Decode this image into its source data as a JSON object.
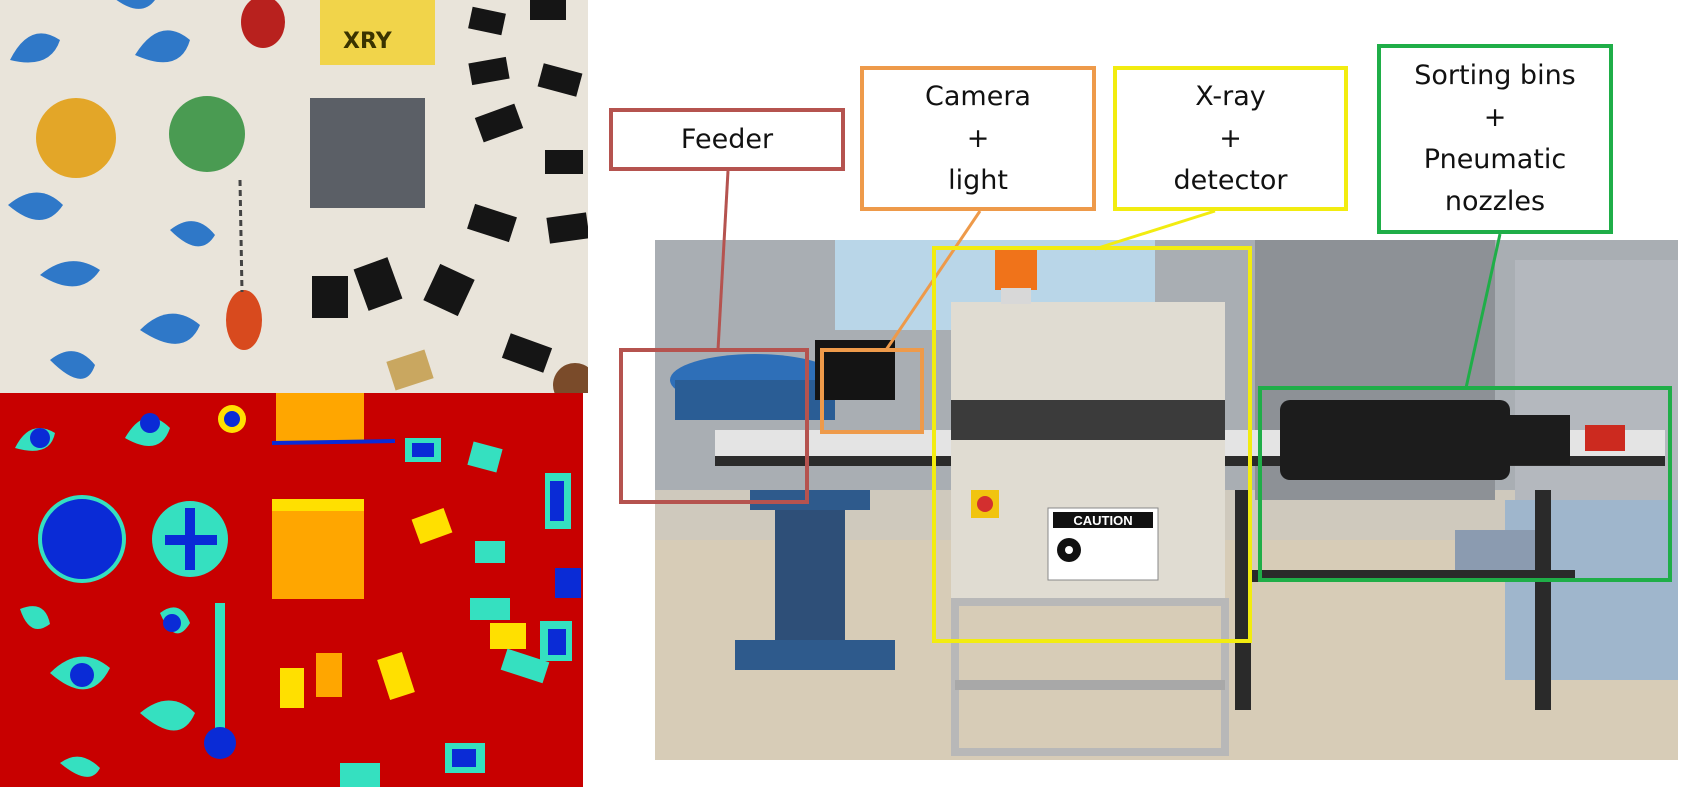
{
  "callouts": {
    "feeder": {
      "lines": [
        "Feeder"
      ],
      "color": "#b5534f"
    },
    "camera": {
      "lines": [
        "Camera",
        "+",
        "light"
      ],
      "color": "#ee9a4a"
    },
    "xray": {
      "lines": [
        "X-ray",
        "+",
        "detector"
      ],
      "color": "#f2ec10"
    },
    "sorting": {
      "lines": [
        "Sorting bins",
        "+",
        "Pneumatic",
        "nozzles"
      ],
      "color": "#1fae48"
    }
  },
  "sign": {
    "header": "CAUTION"
  },
  "labels_on_parts": {
    "xry_prefix": "XRY"
  },
  "colors": {
    "heatmap_background": "#c80000",
    "heatmap_blue": "#0a2bd6",
    "heatmap_cyan": "#35e0c0",
    "heatmap_orange": "#ffa600",
    "capacitor_blue": "#2f78c8"
  }
}
